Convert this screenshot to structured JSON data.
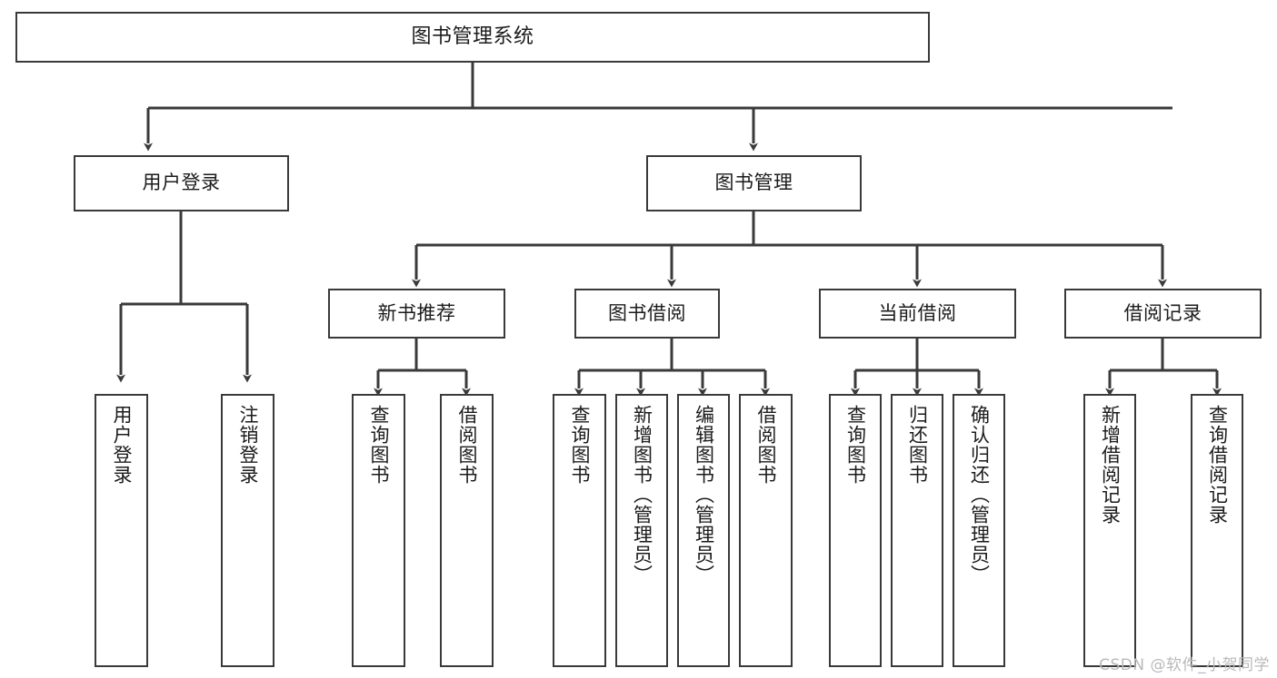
{
  "diagram": {
    "title": "图书管理系统",
    "watermark": "CSDN @软件_小贺同学",
    "root": {
      "label": "图书管理系统"
    },
    "level1": [
      {
        "id": "user-login",
        "label": "用户登录"
      },
      {
        "id": "book-manage",
        "label": "图书管理"
      }
    ],
    "level2": [
      {
        "id": "new-book-recommend",
        "label": "新书推荐"
      },
      {
        "id": "book-borrow",
        "label": "图书借阅"
      },
      {
        "id": "current-borrow",
        "label": "当前借阅"
      },
      {
        "id": "borrow-record",
        "label": "借阅记录"
      }
    ],
    "leaves": {
      "user_login": [
        {
          "id": "leaf-user-login",
          "label": "用户登录"
        },
        {
          "id": "leaf-logout-login",
          "label": "注销登录"
        }
      ],
      "new_book_recommend": [
        {
          "id": "leaf-query-book-1",
          "label": "查询图书"
        },
        {
          "id": "leaf-borrow-book-1",
          "label": "借阅图书"
        }
      ],
      "book_borrow": [
        {
          "id": "leaf-query-book-2",
          "label": "查询图书"
        },
        {
          "id": "leaf-add-book",
          "label": "新增图书（管理员）"
        },
        {
          "id": "leaf-edit-book",
          "label": "编辑图书（管理员）"
        },
        {
          "id": "leaf-borrow-book-2",
          "label": "借阅图书"
        }
      ],
      "current_borrow": [
        {
          "id": "leaf-query-book-3",
          "label": "查询图书"
        },
        {
          "id": "leaf-return-book",
          "label": "归还图书"
        },
        {
          "id": "leaf-confirm-return",
          "label": "确认归还（管理员）"
        }
      ],
      "borrow_record": [
        {
          "id": "leaf-add-borrow-record",
          "label": "新增借阅记录"
        },
        {
          "id": "leaf-query-borrow-record",
          "label": "查询借阅记录"
        }
      ]
    },
    "colors": {
      "border": "#3a3a3a",
      "text": "#1b1b1b",
      "background": "#ffffff",
      "connector": "#3a3a3a",
      "watermark": "#b9b9b9"
    }
  }
}
